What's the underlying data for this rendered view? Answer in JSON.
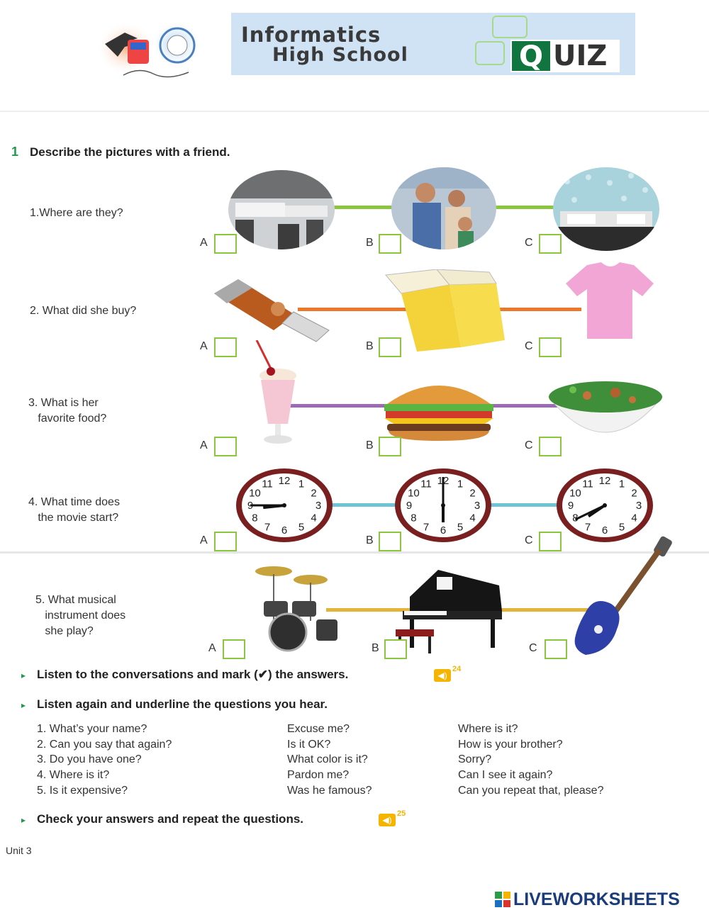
{
  "header": {
    "title_line1": "Informatics",
    "title_line2": "High School",
    "quiz_q": "Q",
    "quiz_rest": "UIZ"
  },
  "exercise": {
    "number": "1",
    "instruction": "Describe the pictures with a friend."
  },
  "questions": [
    {
      "text": "1.Where are they?",
      "options": [
        "A",
        "B",
        "C"
      ],
      "pictures": [
        "restaurant",
        "supermarket-family",
        "bedroom"
      ]
    },
    {
      "text": "2. What did she buy?",
      "options": [
        "A",
        "B",
        "C"
      ],
      "pictures": [
        "usb-drive",
        "book",
        "t-shirt"
      ]
    },
    {
      "text": "3. What is her\n   favorite food?",
      "options": [
        "A",
        "B",
        "C"
      ],
      "pictures": [
        "milkshake",
        "hamburger",
        "salad"
      ]
    },
    {
      "text": "4. What time does\n   the movie start?",
      "options": [
        "A",
        "B",
        "C"
      ],
      "pictures": [
        "clock-8",
        "clock-6",
        "clock-7"
      ]
    },
    {
      "text": "5. What musical\n   instrument does\n   she play?",
      "options": [
        "A",
        "B",
        "C"
      ],
      "pictures": [
        "drums",
        "piano",
        "guitar"
      ]
    }
  ],
  "clocks": [
    {
      "hour": 8,
      "minute": 45
    },
    {
      "hour": 6,
      "minute": 0
    },
    {
      "hour": 7,
      "minute": 40
    }
  ],
  "tasks": [
    {
      "text": "Listen to the conversations and mark (✔) the answers.",
      "audio": "24"
    },
    {
      "text": "Listen again and underline the questions you hear."
    },
    {
      "text": "Check your answers and repeat the questions.",
      "audio": "25"
    }
  ],
  "question_list": {
    "col1": [
      "1. What’s your name?",
      "2. Can you say that again?",
      "3. Do you have one?",
      "4. Where is it?",
      "5. Is it expensive?"
    ],
    "col2": [
      "Excuse me?",
      "Is it OK?",
      "What color is it?",
      "Pardon me?",
      "Was he famous?"
    ],
    "col3": [
      "Where is it?",
      "How is your brother?",
      "Sorry?",
      "Can I see it again?",
      "Can you repeat that, please?"
    ]
  },
  "footer": {
    "unit": "Unit 3",
    "brand": "LIVEWORKSHEETS"
  },
  "colors": {
    "row1_line": "#8cc63f",
    "row2_line": "#e8792b",
    "row3_line": "#9b6bb5",
    "row4_line": "#6cc4d4",
    "row5_line": "#e3b33a",
    "green": "#1e9a4a",
    "box_border": "#8cc63f"
  }
}
